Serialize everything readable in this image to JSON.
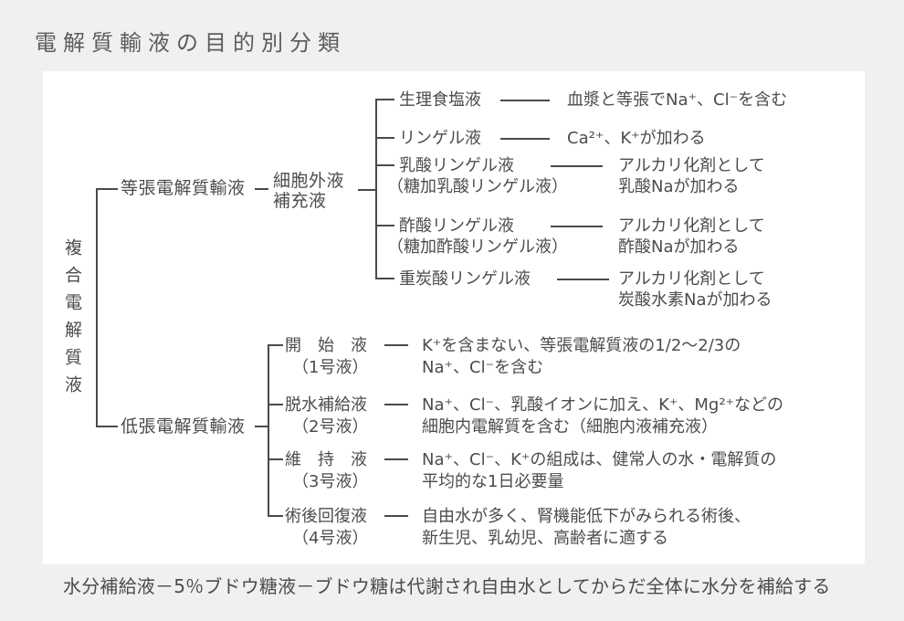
{
  "title": "電解質輸液の目的別分類",
  "footer_note": "水分補給液－5％ブドウ糖液－ブドウ糖は代謝され自由水としてからだ全体に水分を補給する",
  "colors": {
    "background": "#f0f0ee",
    "panel": "#ffffff",
    "text": "#4c4c4c",
    "line": "#4a4a4a"
  },
  "tree": {
    "root": "複合電解質液",
    "isotonic": {
      "label": "等張電解質輸液",
      "sub_line1": "細胞外液",
      "sub_line2": "補充液",
      "children": [
        {
          "name": "生理食塩液",
          "desc": "血漿と等張でNa⁺、Cl⁻を含む"
        },
        {
          "name": "リンゲル液",
          "desc": "Ca²⁺、K⁺が加わる"
        },
        {
          "name": "乳酸リンゲル液",
          "name2": "（糖加乳酸リンゲル液）",
          "desc1": "アルカリ化剤として",
          "desc2": "乳酸Naが加わる"
        },
        {
          "name": "酢酸リンゲル液",
          "name2": "（糖加酢酸リンゲル液）",
          "desc1": "アルカリ化剤として",
          "desc2": "酢酸Naが加わる"
        },
        {
          "name": "重炭酸リンゲル液",
          "desc1": "アルカリ化剤として",
          "desc2": "炭酸水素Naが加わる"
        }
      ]
    },
    "hypotonic": {
      "label": "低張電解質輸液",
      "children": [
        {
          "name": "開　始　液",
          "name2": "（1号液）",
          "desc1": "K⁺を含まない、等張電解質液の1/2〜2/3の",
          "desc2": "Na⁺、Cl⁻を含む"
        },
        {
          "name": "脱水補給液",
          "name2": "（2号液）",
          "desc1": "Na⁺、Cl⁻、乳酸イオンに加え、K⁺、Mg²⁺などの",
          "desc2": "細胞内電解質を含む（細胞内液補充液）"
        },
        {
          "name": "維　持　液",
          "name2": "（3号液）",
          "desc1": "Na⁺、Cl⁻、K⁺の組成は、健常人の水・電解質の",
          "desc2": "平均的な1日必要量"
        },
        {
          "name": "術後回復液",
          "name2": "（4号液）",
          "desc1": "自由水が多く、腎機能低下がみられる術後、",
          "desc2": "新生児、乳幼児、高齢者に適する"
        }
      ]
    }
  }
}
